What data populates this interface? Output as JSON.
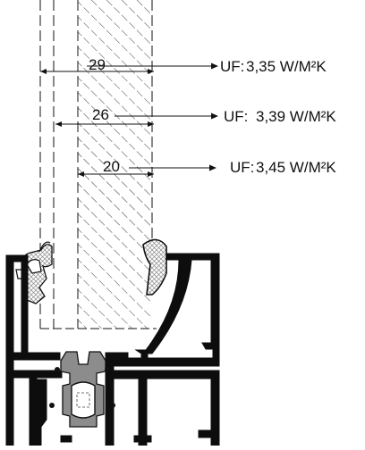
{
  "colors": {
    "line": "#111111",
    "profile": "#0d0d0d",
    "gasket_grey": "#8c8c8c",
    "foam_fill": "#ffffff",
    "hatch": "#222222"
  },
  "dimensions": [
    {
      "thickness": "29",
      "label": "UF:",
      "value": "3,35 W/M²K"
    },
    {
      "thickness": "26",
      "label": "UF:",
      "value": "3,39 W/M²K"
    },
    {
      "thickness": "20",
      "label": "UF:",
      "value": "3,45 W/M²K"
    }
  ]
}
